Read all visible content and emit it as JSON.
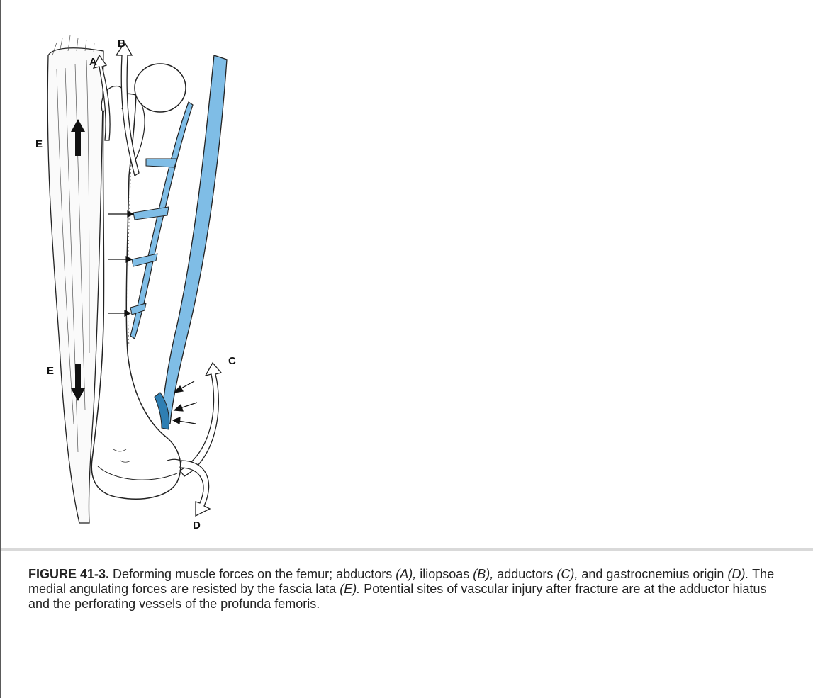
{
  "figure": {
    "labels": {
      "a": "A",
      "b": "B",
      "c": "C",
      "d": "D",
      "e_upper": "E",
      "e_lower": "E"
    },
    "colors": {
      "vessel": "#7fbde6",
      "vessel_dark": "#2f7fb3",
      "line": "#222222"
    }
  },
  "caption": {
    "figure_number": "FIGURE 41-3.",
    "parts": [
      {
        "text": " Deforming muscle forces on the femur; abductors ",
        "italic": false
      },
      {
        "text": "(A),",
        "italic": true
      },
      {
        "text": " iliopsoas ",
        "italic": false
      },
      {
        "text": "(B),",
        "italic": true
      },
      {
        "text": " adductors ",
        "italic": false
      },
      {
        "text": "(C),",
        "italic": true
      },
      {
        "text": " and gastrocnemius origin ",
        "italic": false
      },
      {
        "text": "(D).",
        "italic": true
      },
      {
        "text": " The medial angulating forces are resisted by the fascia lata ",
        "italic": false
      },
      {
        "text": "(E).",
        "italic": true
      },
      {
        "text": " Potential sites of vascular injury after fracture are at the adductor hiatus and the perforating vessels of the profunda femoris.",
        "italic": false
      }
    ]
  }
}
